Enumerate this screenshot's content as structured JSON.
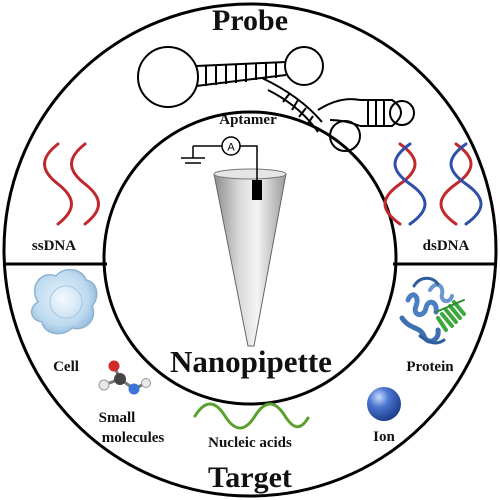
{
  "title_top": "Probe",
  "title_bottom": "Target",
  "center_label": "Nanopipette",
  "ammeter_symbol": "A",
  "probe_items": {
    "aptamer": "Aptamer",
    "ssdna": "ssDNA",
    "dsdna": "dsDNA"
  },
  "target_items": {
    "cell": "Cell",
    "small_molecules_line1": "Small",
    "small_molecules_line2": "molecules",
    "nucleic_acids": "Nucleic acids",
    "protein": "Protein",
    "ion": "Ion"
  },
  "colors": {
    "outline": "#000000",
    "ssdna_strand": "#c0282c",
    "dsdna_red": "#c0282c",
    "dsdna_blue": "#2f4fa8",
    "nucleic_acid_green": "#5aa02c",
    "ion_blue": "#2f57b8",
    "cell_blue": "#b9d7ee",
    "protein_blue": "#4b7fc4",
    "protein_green": "#3aa83a"
  }
}
